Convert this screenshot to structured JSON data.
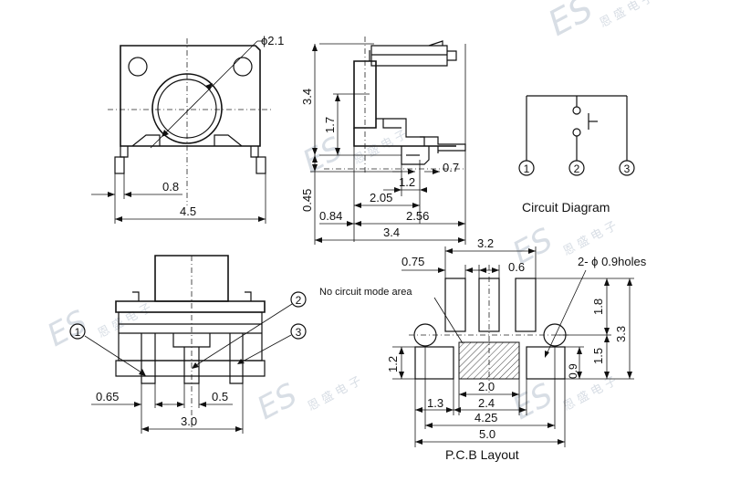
{
  "top_view": {
    "dia_label": "ϕ2.1",
    "dim_pin_w": "0.8",
    "dim_total": "4.5"
  },
  "side_view": {
    "dim_h_total": "3.4",
    "dim_h_mid": "1.7",
    "dim_low": "0.45",
    "dim_07": "0.7",
    "dim_12": "1.2",
    "dim_205": "2.05",
    "dim_084": "0.84",
    "dim_256": "2.56",
    "dim_34": "3.4"
  },
  "circuit": {
    "title": "Circuit Diagram",
    "pins": [
      "1",
      "2",
      "3"
    ]
  },
  "front_view": {
    "pins": [
      "1",
      "2",
      "3"
    ],
    "dim_065": "0.65",
    "dim_05": "0.5",
    "dim_30": "3.0"
  },
  "pcb": {
    "title": "P.C.B Layout",
    "holes_label": "2- ϕ 0.9holes",
    "no_circuit_label": "No circuit mode area",
    "dim_32": "3.2",
    "dim_075": "0.75",
    "dim_06": "0.6",
    "dim_18": "1.8",
    "dim_33": "3.3",
    "dim_15": "1.5",
    "dim_09": "0.9",
    "dim_12": "1.2",
    "dim_20": "2.0",
    "dim_13": "1.3",
    "dim_24": "2.4",
    "dim_425": "4.25",
    "dim_50": "5.0"
  },
  "watermark": {
    "logo": "ES",
    "text": "恩 盛 电 子"
  }
}
